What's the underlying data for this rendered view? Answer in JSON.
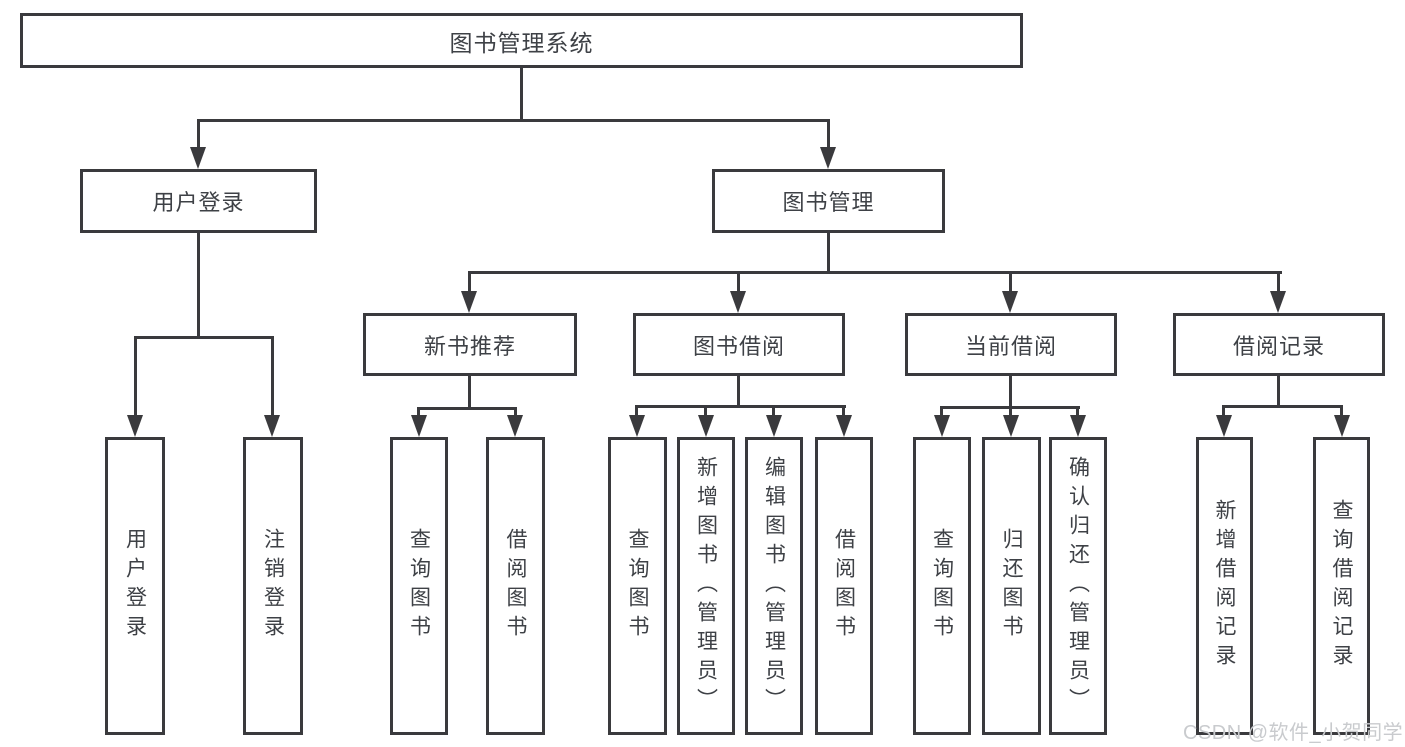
{
  "diagram": {
    "root": {
      "label": "图书管理系统"
    },
    "level2": [
      {
        "label": "用户登录",
        "children": [
          "用户登录",
          "注销登录"
        ]
      },
      {
        "label": "图书管理"
      }
    ],
    "level3": [
      {
        "label": "新书推荐",
        "children": [
          "查询图书",
          "借阅图书"
        ]
      },
      {
        "label": "图书借阅",
        "children": [
          "查询图书",
          "新增图书（管理员）",
          "编辑图书（管理员）",
          "借阅图书"
        ]
      },
      {
        "label": "当前借阅",
        "children": [
          "查询图书",
          "归还图书",
          "确认归还（管理员）"
        ]
      },
      {
        "label": "借阅记录",
        "children": [
          "新增借阅记录",
          "查询借阅记录"
        ]
      }
    ]
  },
  "watermark": {
    "text": "CSDN @软件_小贺同学"
  },
  "colors": {
    "line": "#3a3a3d",
    "text": "#3e4146",
    "background": "#ffffff",
    "watermark": "#c9cbce"
  }
}
